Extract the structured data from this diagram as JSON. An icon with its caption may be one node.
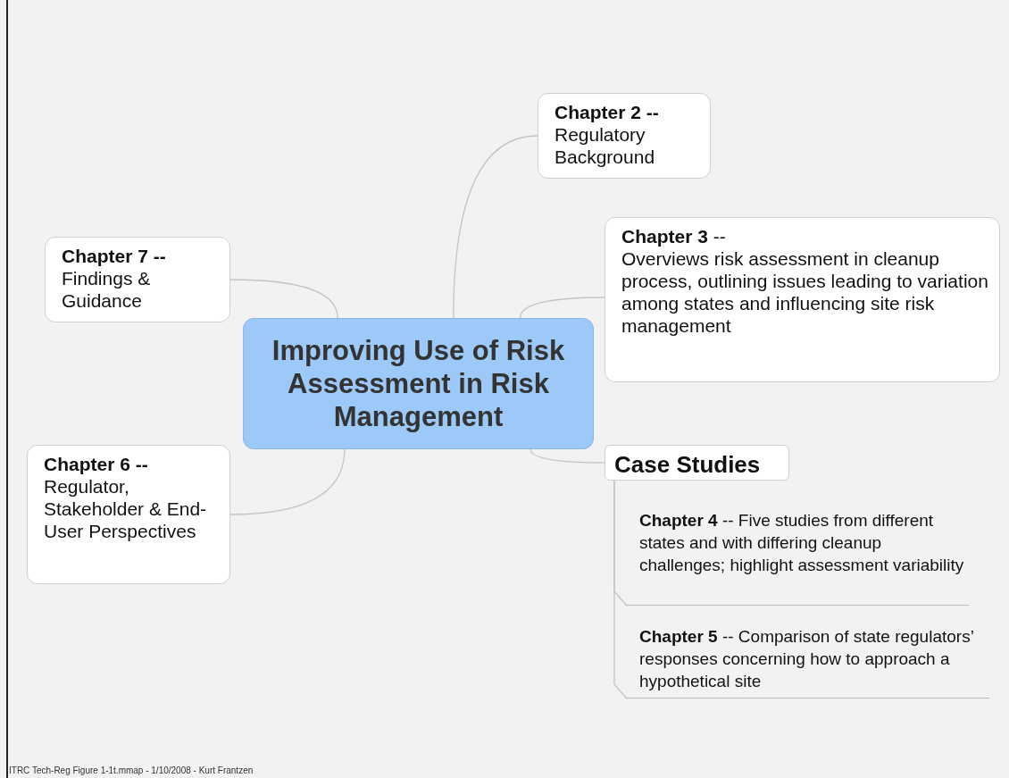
{
  "diagram": {
    "nodes": [
      {
        "text": [
          "Improving Use of Risk Assessment in Risk Management"
        ]
      },
      {
        "text": [
          "**Chapter 2 --**",
          "Regulatory Background"
        ]
      },
      {
        "text": [
          "**Chapter 3** --",
          "Overviews risk assessment in cleanup process, outlining issues leading to variation among states and influencing site risk management"
        ]
      },
      {
        "text": [
          "Case Studies"
        ]
      },
      {
        "text": [
          "**Chapter 4** -- Five studies from different states and with differing cleanup challenges; highlight assessment variability"
        ]
      },
      {
        "text": [
          "**Chapter 5** -- Comparison of state regulators’ responses concerning how to approach a hypothetical site"
        ]
      },
      {
        "text": [
          "**Chapter 6 --**",
          "Regulator, Stakeholder & End-User Perspectives"
        ]
      },
      {
        "text": [
          "**Chapter 7 --**",
          "Findings & Guidance"
        ]
      }
    ],
    "edges": [
      {
        "from": 0,
        "to": 1,
        "arrow": "none"
      },
      {
        "from": 0,
        "to": 2,
        "arrow": "none"
      },
      {
        "from": 0,
        "to": 3,
        "arrow": "none"
      },
      {
        "from": 3,
        "to": 4,
        "arrow": "none"
      },
      {
        "from": 3,
        "to": 5,
        "arrow": "none"
      },
      {
        "from": 0,
        "to": 6,
        "arrow": "none"
      },
      {
        "from": 0,
        "to": 7,
        "arrow": "none"
      }
    ],
    "labels": [
      "ITRC Tech-Reg Figure 1-1t.mmap - 1/10/2008 - Kurt Frantzen"
    ]
  }
}
